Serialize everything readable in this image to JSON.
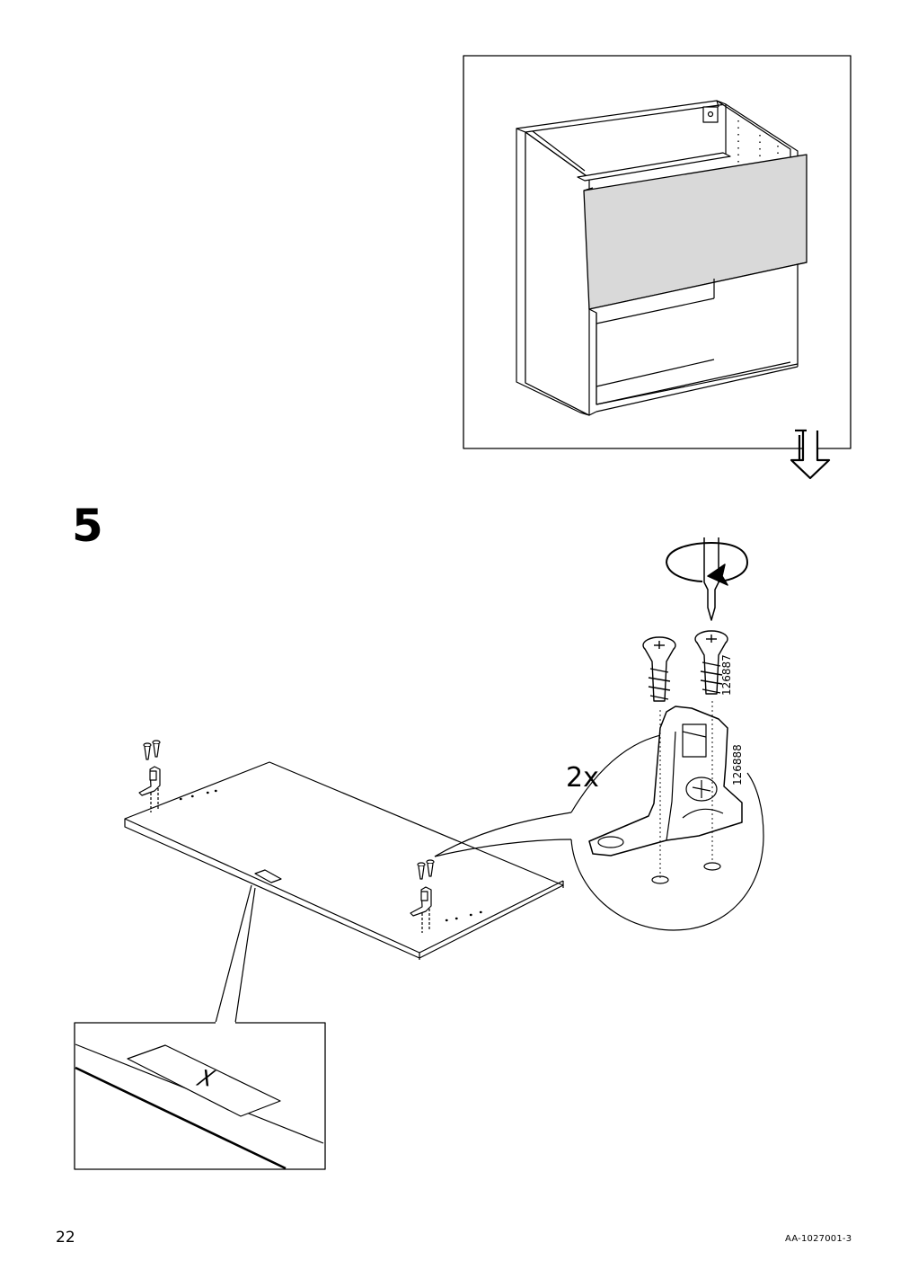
{
  "step": {
    "number": "5"
  },
  "detail": {
    "quantity": "2x",
    "screw_part_number": "126887",
    "bracket_part_number": "126888",
    "panel_marking": "X"
  },
  "footer": {
    "page_number": "22",
    "doc_id": "AA-1027001-3"
  },
  "icons": [
    "next-step-arrow-icon",
    "screwdriver-rotate-icon"
  ]
}
